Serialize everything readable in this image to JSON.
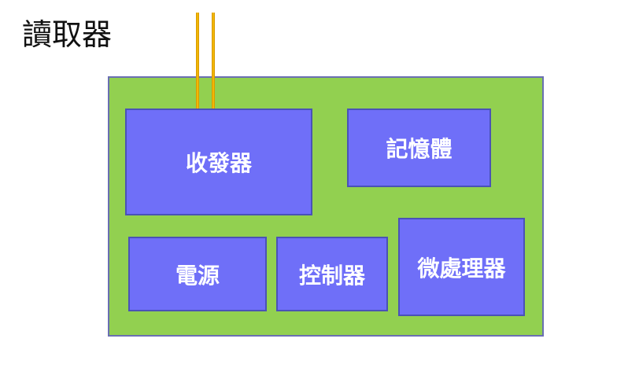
{
  "title": "讀取器",
  "blocks": {
    "transceiver": "收發器",
    "memory": "記憶體",
    "power": "電源",
    "controller": "控制器",
    "microprocessor": "微處理器"
  },
  "colors": {
    "board": "#92d050",
    "block": "#6f6ff8",
    "block_border": "#4a52b6",
    "antenna": "#f2b705",
    "text_on_block": "#ffffff"
  }
}
